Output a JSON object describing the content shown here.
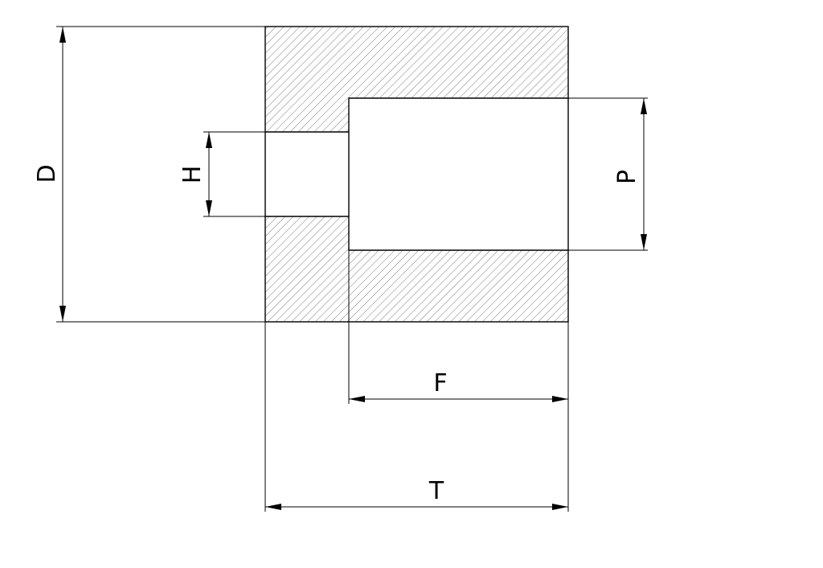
{
  "drawing": {
    "labels": {
      "d": "D",
      "h": "H",
      "p": "P",
      "f": "F",
      "t": "T"
    },
    "colors": {
      "line": "#000000",
      "hatch": "#6e6e6e",
      "background": "#ffffff"
    }
  }
}
